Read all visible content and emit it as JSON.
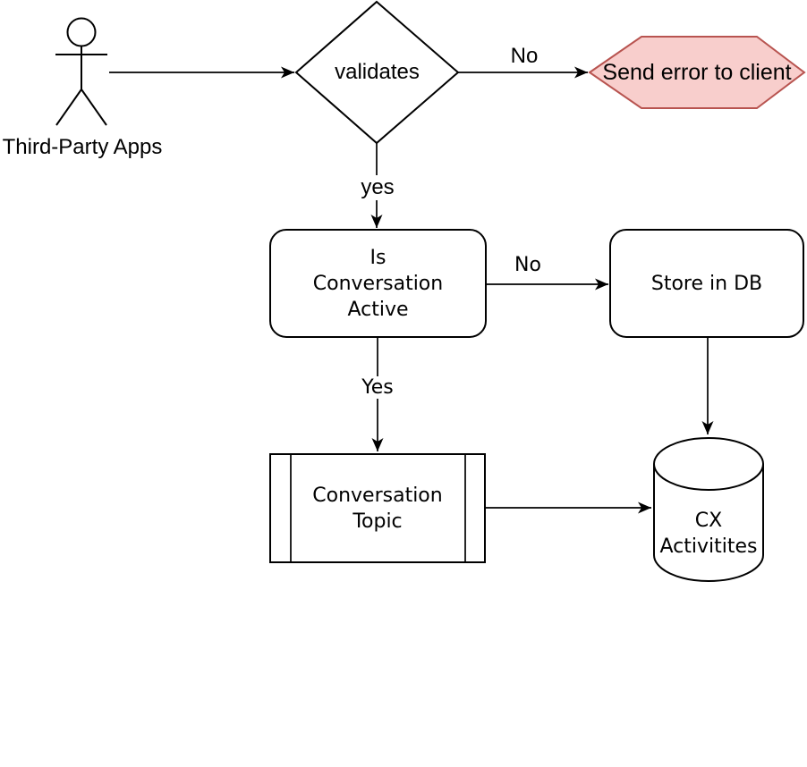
{
  "actor": {
    "label": "Third-Party Apps"
  },
  "nodes": {
    "validates": {
      "label": "validates",
      "shape": "decision-diamond"
    },
    "send_error": {
      "label": "Send error to client",
      "shape": "hexagon",
      "fill": "#f8cecc",
      "stroke": "#b85450"
    },
    "is_conversation_active": {
      "label": "Is\nConversation\nActive",
      "shape": "rounded-rectangle"
    },
    "store_in_db": {
      "label": "Store in DB",
      "shape": "rounded-rectangle"
    },
    "conversation_topic": {
      "label": "Conversation\nTopic",
      "shape": "predefined-process"
    },
    "cx_activities": {
      "label": "CX\nActivitites",
      "shape": "cylinder"
    }
  },
  "edges": [
    {
      "from": "actor",
      "to": "validates",
      "label": ""
    },
    {
      "from": "validates",
      "to": "send_error",
      "label": "No"
    },
    {
      "from": "validates",
      "to": "is_conversation_active",
      "label": "yes"
    },
    {
      "from": "is_conversation_active",
      "to": "store_in_db",
      "label": "No"
    },
    {
      "from": "is_conversation_active",
      "to": "conversation_topic",
      "label": "Yes"
    },
    {
      "from": "conversation_topic",
      "to": "cx_activities",
      "label": ""
    },
    {
      "from": "store_in_db",
      "to": "cx_activities",
      "label": ""
    }
  ],
  "colors": {
    "background": "#ffffff",
    "line": "#000000",
    "node_fill": "#ffffff",
    "error_fill": "#f8cecc",
    "error_stroke": "#b85450"
  }
}
